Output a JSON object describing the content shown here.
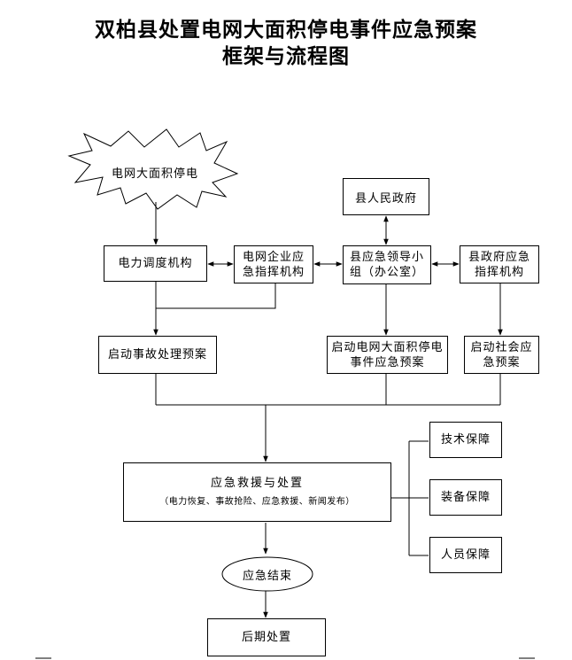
{
  "title": {
    "line1": "双柏县处置电网大面积停电事件应急预案",
    "line2": "框架与流程图"
  },
  "nodes": {
    "blackout": "电网大面积停电",
    "county_gov": "县人民政府",
    "power_dispatch": "电力调度机构",
    "grid_command": "电网企业应急指挥机构",
    "leading_group": "县应急领导小组（办公室）",
    "county_command": "县政府应急指挥机构",
    "start_accident": "启动事故处理预案",
    "start_blackout_plan": "启动电网大面积停电事件应急预案",
    "start_social": "启动社会应急预案",
    "rescue_title": "应急救援与处置",
    "rescue_detail": "（电力恢复、事故抢险、应急救援、新闻发布）",
    "tech": "技术保障",
    "equipment": "装备保障",
    "personnel": "人员保障",
    "end": "应急结束",
    "aftermath": "后期处置"
  }
}
